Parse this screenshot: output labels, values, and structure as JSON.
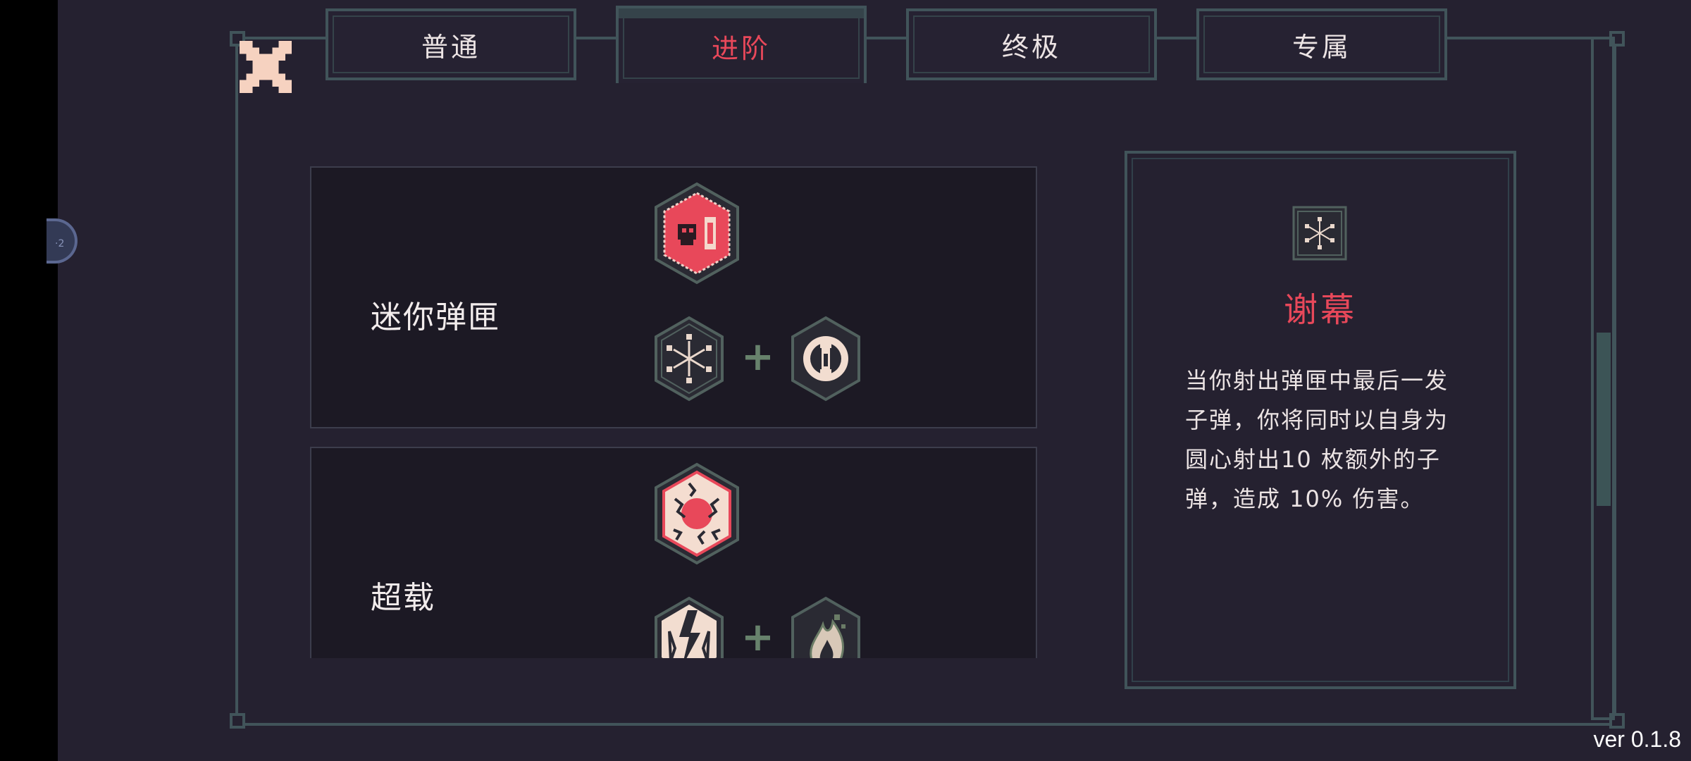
{
  "tabs": [
    {
      "label": "普通",
      "active": false
    },
    {
      "label": "进阶",
      "active": true
    },
    {
      "label": "终极",
      "active": false
    },
    {
      "label": "专属",
      "active": false
    }
  ],
  "cards": [
    {
      "name": "迷你弹匣",
      "result_icon": "skull-bullet-icon",
      "ingredients": [
        "burst-icon",
        "reload-icon"
      ],
      "plus": "+"
    },
    {
      "name": "超载",
      "result_icon": "overload-icon",
      "ingredients": [
        "lightning-icon",
        "fire-icon"
      ],
      "plus": "+"
    }
  ],
  "detail": {
    "icon": "burst-icon",
    "title": "谢幕",
    "description": "当你射出弹匣中最后一发子弹，你将同时以自身为圆心射出10 枚额外的子弹，造成 10% 伤害。"
  },
  "version": "ver 0.1.8",
  "colors": {
    "background": "#252130",
    "frame": "#41545a",
    "accent_red": "#e8485a",
    "card_bg": "#1c1924",
    "plus_green": "#67826c"
  }
}
